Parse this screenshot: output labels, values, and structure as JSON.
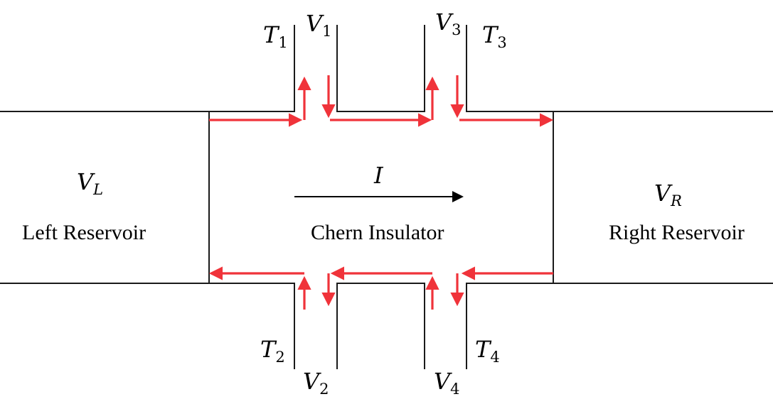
{
  "regions": {
    "left": {
      "symbol": "V",
      "subscript": "L",
      "label": "Left Reservoir"
    },
    "center": {
      "label": "Chern Insulator",
      "current_symbol": "I"
    },
    "right": {
      "symbol": "V",
      "subscript": "R",
      "label": "Right Reservoir"
    }
  },
  "terminals": {
    "T1": {
      "symbol": "T",
      "subscript": "1"
    },
    "V1": {
      "symbol": "V",
      "subscript": "1"
    },
    "V3": {
      "symbol": "V",
      "subscript": "3"
    },
    "T3": {
      "symbol": "T",
      "subscript": "3"
    },
    "T2": {
      "symbol": "T",
      "subscript": "2"
    },
    "V2": {
      "symbol": "V",
      "subscript": "2"
    },
    "V4": {
      "symbol": "V",
      "subscript": "4"
    },
    "T4": {
      "symbol": "T",
      "subscript": "4"
    }
  },
  "colors": {
    "edge_state": "#f0333a",
    "outline": "#1a1a1a",
    "background": "#ffffff"
  }
}
